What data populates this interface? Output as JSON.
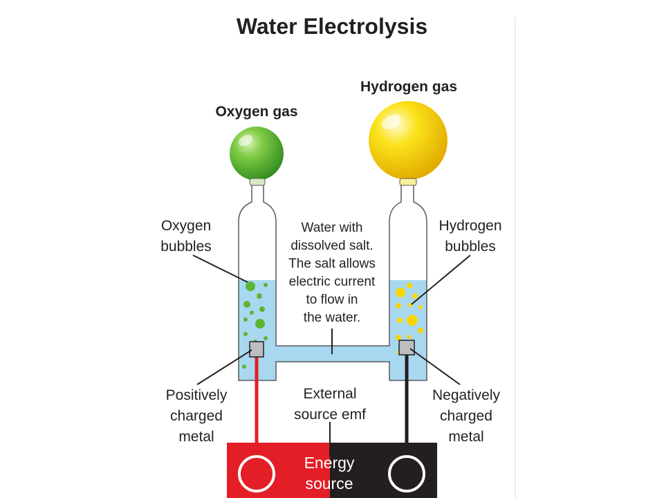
{
  "title": "Water Electrolysis",
  "labels": {
    "oxygen_gas": "Oxygen gas",
    "hydrogen_gas": "Hydrogen gas",
    "oxygen_bubbles": [
      "Oxygen",
      "bubbles"
    ],
    "hydrogen_bubbles": [
      "Hydrogen",
      "bubbles"
    ],
    "water_note": [
      "Water with",
      "dissolved salt.",
      "The salt allows",
      "electric current",
      "to flow in",
      "the water."
    ],
    "positive_metal": [
      "Positively",
      "charged",
      "metal"
    ],
    "negative_metal": [
      "Negatively",
      "charged",
      "metal"
    ],
    "external_source": [
      "External",
      "source emf"
    ],
    "energy_source": [
      "Energy",
      "source"
    ]
  },
  "colors": {
    "water": "#a8d8f0",
    "oxygen": "#5cb531",
    "hydrogen": "#f7d600",
    "positive": "#e31e26",
    "negative": "#231f20",
    "electrode": "#bcbec0"
  }
}
